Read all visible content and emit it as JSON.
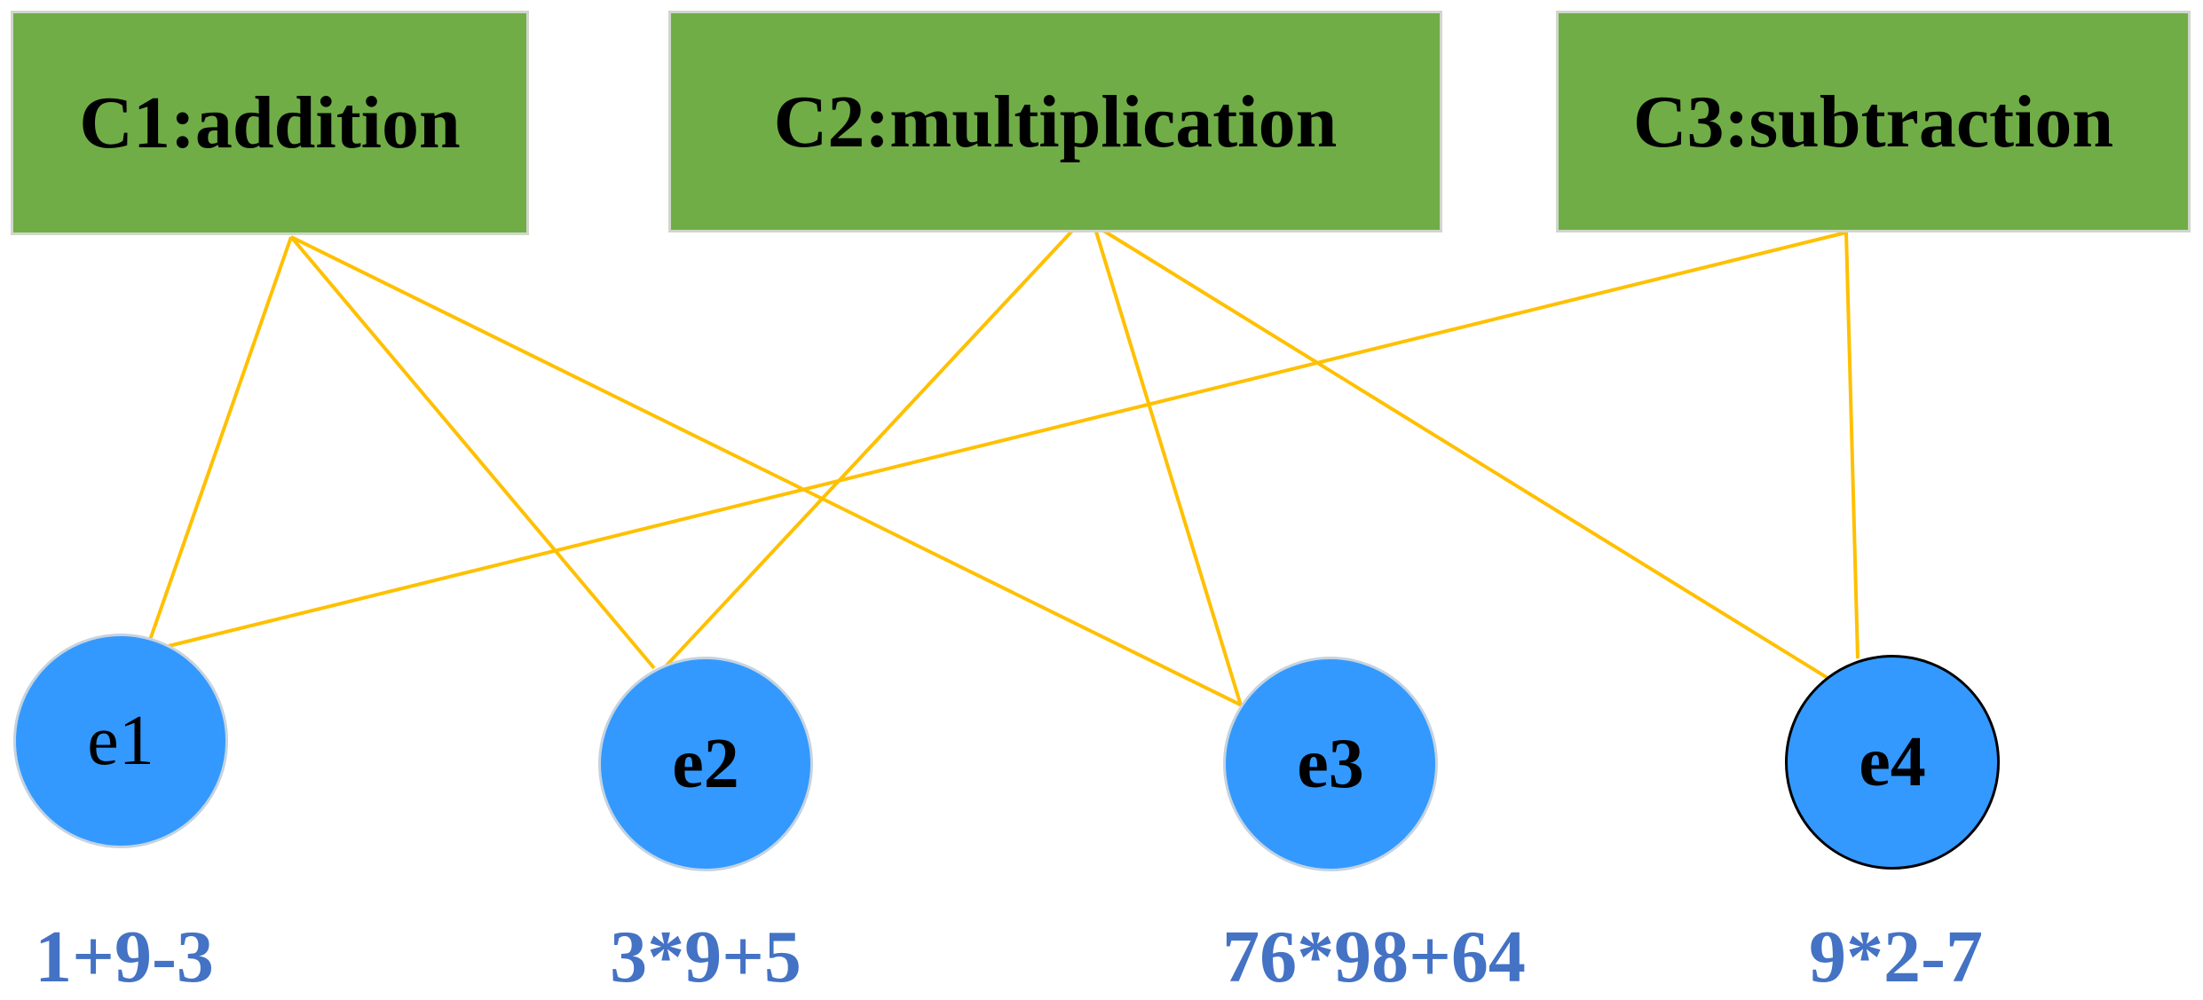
{
  "concepts": [
    {
      "id": "C1",
      "label": "C1:addition"
    },
    {
      "id": "C2",
      "label": "C2:multiplication"
    },
    {
      "id": "C3",
      "label": "C3:subtraction"
    }
  ],
  "examples": [
    {
      "id": "e1",
      "label": "e1",
      "expression": "1+9-3"
    },
    {
      "id": "e2",
      "label": "e2",
      "expression": "3*9+5"
    },
    {
      "id": "e3",
      "label": "e3",
      "expression": "76*98+64"
    },
    {
      "id": "e4",
      "label": "e4",
      "expression": "9*2-7"
    }
  ],
  "edges": [
    {
      "from": "C1",
      "to": "e1"
    },
    {
      "from": "C1",
      "to": "e2"
    },
    {
      "from": "C1",
      "to": "e3"
    },
    {
      "from": "C2",
      "to": "e2"
    },
    {
      "from": "C2",
      "to": "e3"
    },
    {
      "from": "C2",
      "to": "e4"
    },
    {
      "from": "C3",
      "to": "e1"
    },
    {
      "from": "C3",
      "to": "e4"
    }
  ],
  "colors": {
    "concept_fill": "#70ad47",
    "node_fill": "#3399ff",
    "edge": "#ffc000",
    "expression_text": "#4472c4"
  }
}
